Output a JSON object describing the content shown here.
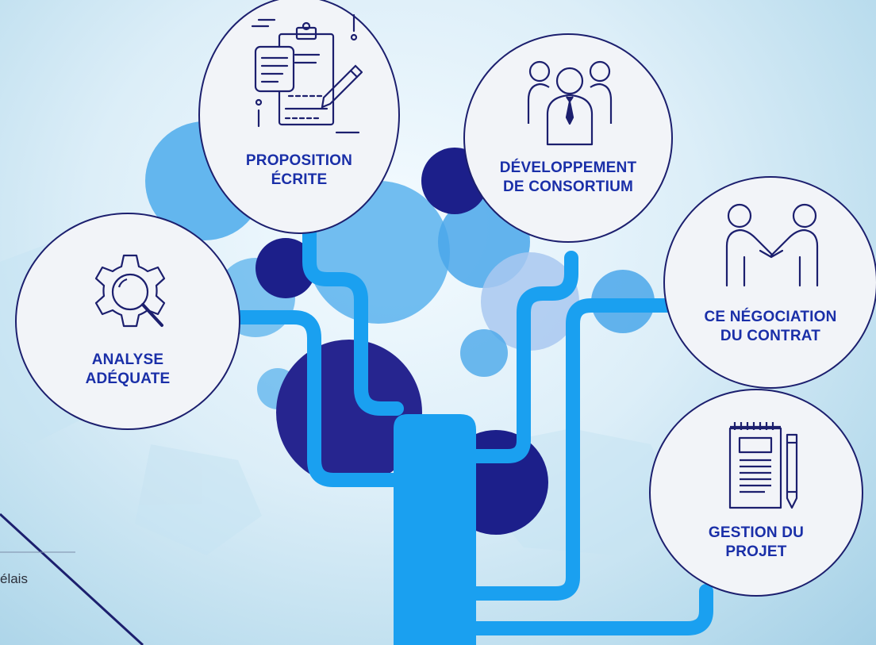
{
  "colors": {
    "pipe": "#1aa0f0",
    "navy": "#1c1f6e",
    "label": "#1a2fa8",
    "bubble_light": "#63b6ee",
    "bubble_pale": "#a9d4f3"
  },
  "nodes": [
    {
      "id": "analyse",
      "icon": "gear-search-icon",
      "lines": [
        "ANALYSE",
        "ADÉQUATE"
      ]
    },
    {
      "id": "proposition",
      "icon": "clipboard-pencil-icon",
      "lines": [
        "PROPOSITION",
        "ÉCRITE"
      ]
    },
    {
      "id": "developpement",
      "icon": "group-people-icon",
      "lines": [
        "DÉVELOPPEMENT",
        "DE CONSORTIUM"
      ]
    },
    {
      "id": "negociation",
      "icon": "handshake-icon",
      "lines": [
        "CE NÉGOCIATION",
        "DU CONTRAT"
      ]
    },
    {
      "id": "gestion",
      "icon": "notepad-pencil-icon",
      "lines": [
        "GESTION DU",
        "PROJET"
      ]
    }
  ],
  "side_text": "élais"
}
